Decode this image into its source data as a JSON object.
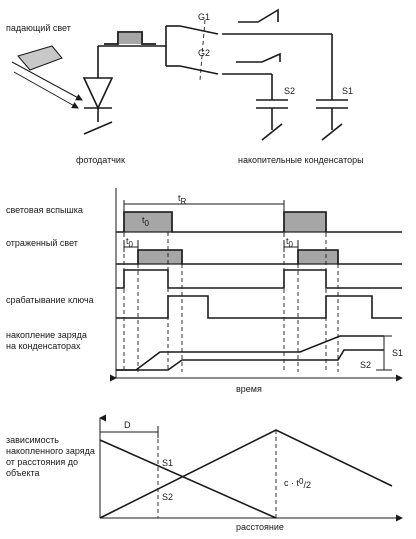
{
  "circuit": {
    "incident_light": "падающий свет",
    "photosensor": "фотодатчик",
    "capacitors": "накопительные конденсаторы",
    "g1": "G1",
    "g2": "G2",
    "s1": "S1",
    "s2": "S2"
  },
  "timing": {
    "row_flash": "световая вспышка",
    "row_reflected": "отраженный свет",
    "row_switch": "срабатывание ключа",
    "row_charge_1": "накопление заряда",
    "row_charge_2": "на конденсаторах",
    "t_r_base": "t",
    "t_r_sub": "R",
    "t0_base": "t",
    "t0_sub": "0",
    "s1": "S1",
    "s2": "S2",
    "x_axis": "время"
  },
  "distance_plot": {
    "ylabel_1": "зависимость",
    "ylabel_2": "накопленного заряда",
    "ylabel_3": "от расстояния до",
    "ylabel_4": "объекта",
    "d_label": "D",
    "s1": "S1",
    "s2": "S2",
    "formula_c": "c · t",
    "formula_sub": "0",
    "formula_den": "/2",
    "x_axis": "расстояние"
  }
}
